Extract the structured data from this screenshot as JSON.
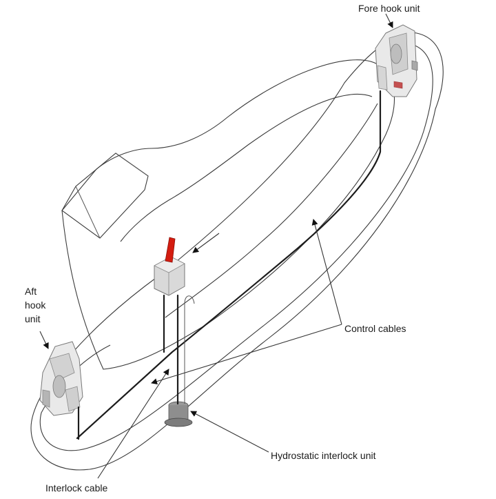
{
  "labels": {
    "fore_hook": "Fore hook unit",
    "aft_hook_line1": "Aft",
    "aft_hook_line2": "hook",
    "aft_hook_line3": "unit",
    "control_cables": "Control cables",
    "hydrostatic": "Hydrostatic interlock unit",
    "interlock_cable": "Interlock cable"
  },
  "colors": {
    "release_handle": "#d41c10",
    "line": "#333333",
    "component": "#b8b8b8"
  }
}
